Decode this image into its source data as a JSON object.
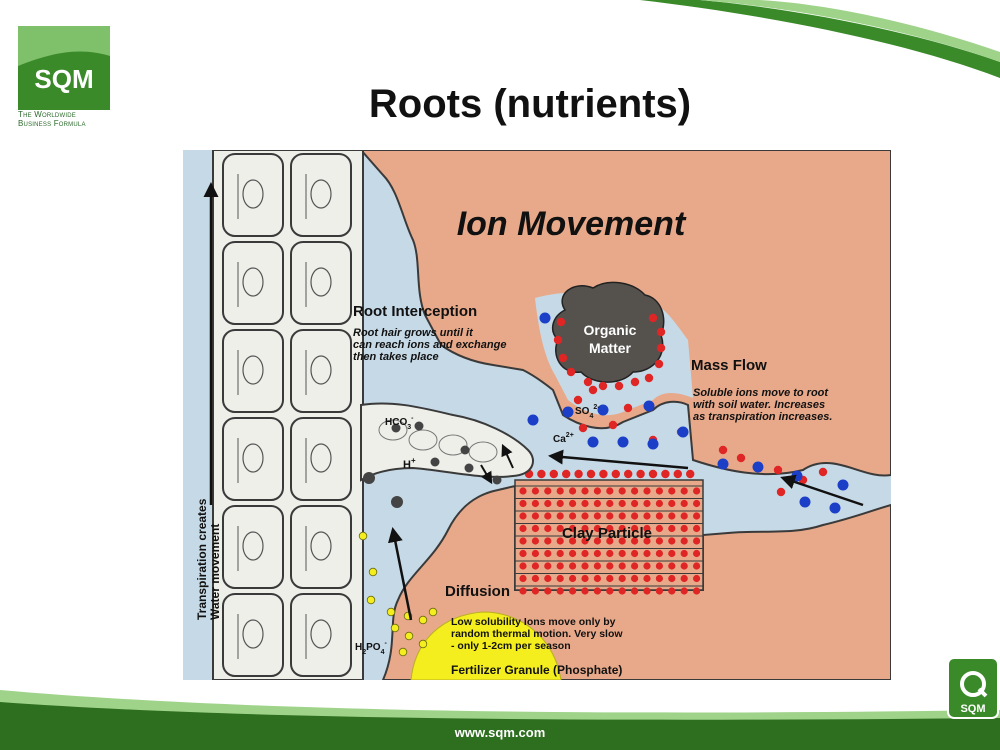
{
  "brand": {
    "logo_text": "SQM",
    "tagline_line1": "The Worldwide",
    "tagline_line2": "Business Formula",
    "corner_badge_text": "SQM",
    "colors": {
      "green": "#3a8a2a",
      "dark_green": "#2e6e1f",
      "light_green": "#9fd38a"
    }
  },
  "slide": {
    "title": "Roots (nutrients)",
    "footer_url": "www.sqm.com"
  },
  "diagram": {
    "title": "Ion Movement",
    "side_label_line1": "Transpiration creates",
    "side_label_line2": "Water movement",
    "root_interception": {
      "heading": "Root Interception",
      "lines": [
        "Root hair grows until it",
        "can reach ions and exchange",
        "then takes place"
      ]
    },
    "mass_flow": {
      "heading": "Mass Flow",
      "lines": [
        "Soluble ions move to root",
        "with soil water. Increases",
        "as transpiration increases."
      ]
    },
    "diffusion": {
      "heading": "Diffusion",
      "lines": [
        "Low solubility Ions move only by",
        "random thermal motion. Very slow",
        "- only 1-2cm per season"
      ]
    },
    "organic_matter_line1": "Organic",
    "organic_matter_line2": "Matter",
    "clay_particle": "Clay Particle",
    "fertilizer_granule": "Fertilizer Granule (Phosphate)",
    "ions": {
      "hco3": "HCO",
      "hco3_sub": "3",
      "hco3_sup": "-",
      "h": "H",
      "h_sup": "+",
      "so4": "SO",
      "so4_sub": "4",
      "so4_sup": "2-",
      "ca": "Ca",
      "ca_sup": "2+",
      "h2po4_h": "H",
      "h2po4_sub1": "2",
      "h2po4_po": "PO",
      "h2po4_sub2": "4",
      "h2po4_sup": "-"
    },
    "colors": {
      "soil": "#e7a98a",
      "water": "#c6d9e6",
      "root": "#efefea",
      "organic": "#55524e",
      "cation": "#e02525",
      "anion": "#1c3fc8",
      "phosphate": "#f4ee1e",
      "hydrogen": "#444444"
    }
  }
}
